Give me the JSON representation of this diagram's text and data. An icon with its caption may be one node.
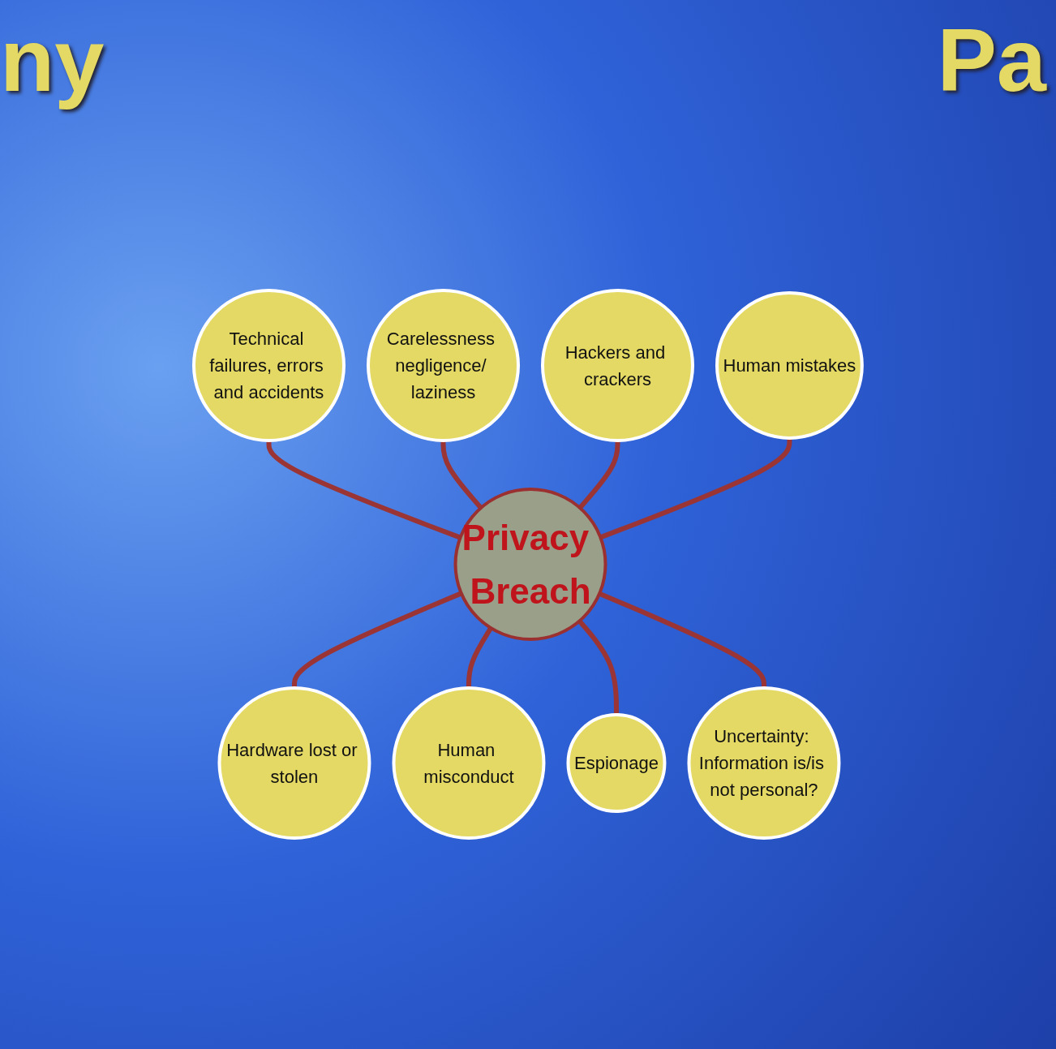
{
  "diagram": {
    "nodes": [
      {
        "text": [
          "Technical failures, errors and accidents"
        ]
      },
      {
        "text": [
          "Carelessness negligence/ laziness"
        ]
      },
      {
        "text": [
          "Hackers and crackers"
        ]
      },
      {
        "text": [
          "Human mistakes"
        ]
      },
      {
        "text": [
          "Privacy Breach"
        ]
      },
      {
        "text": [
          "Hardware lost or stolen"
        ]
      },
      {
        "text": [
          "Human misconduct"
        ]
      },
      {
        "text": [
          "Espionage"
        ]
      },
      {
        "text": [
          "Uncertainty: Information is/is not personal?"
        ]
      }
    ],
    "edges": [
      {
        "from": 0,
        "to": 4,
        "arrow": "none"
      },
      {
        "from": 1,
        "to": 4,
        "arrow": "none"
      },
      {
        "from": 2,
        "to": 4,
        "arrow": "none"
      },
      {
        "from": 3,
        "to": 4,
        "arrow": "none"
      },
      {
        "from": 4,
        "to": 5,
        "arrow": "none"
      },
      {
        "from": 4,
        "to": 6,
        "arrow": "none"
      },
      {
        "from": 4,
        "to": 7,
        "arrow": "none"
      },
      {
        "from": 4,
        "to": 8,
        "arrow": "none"
      }
    ],
    "labels": [
      "ny",
      "Pa"
    ]
  }
}
